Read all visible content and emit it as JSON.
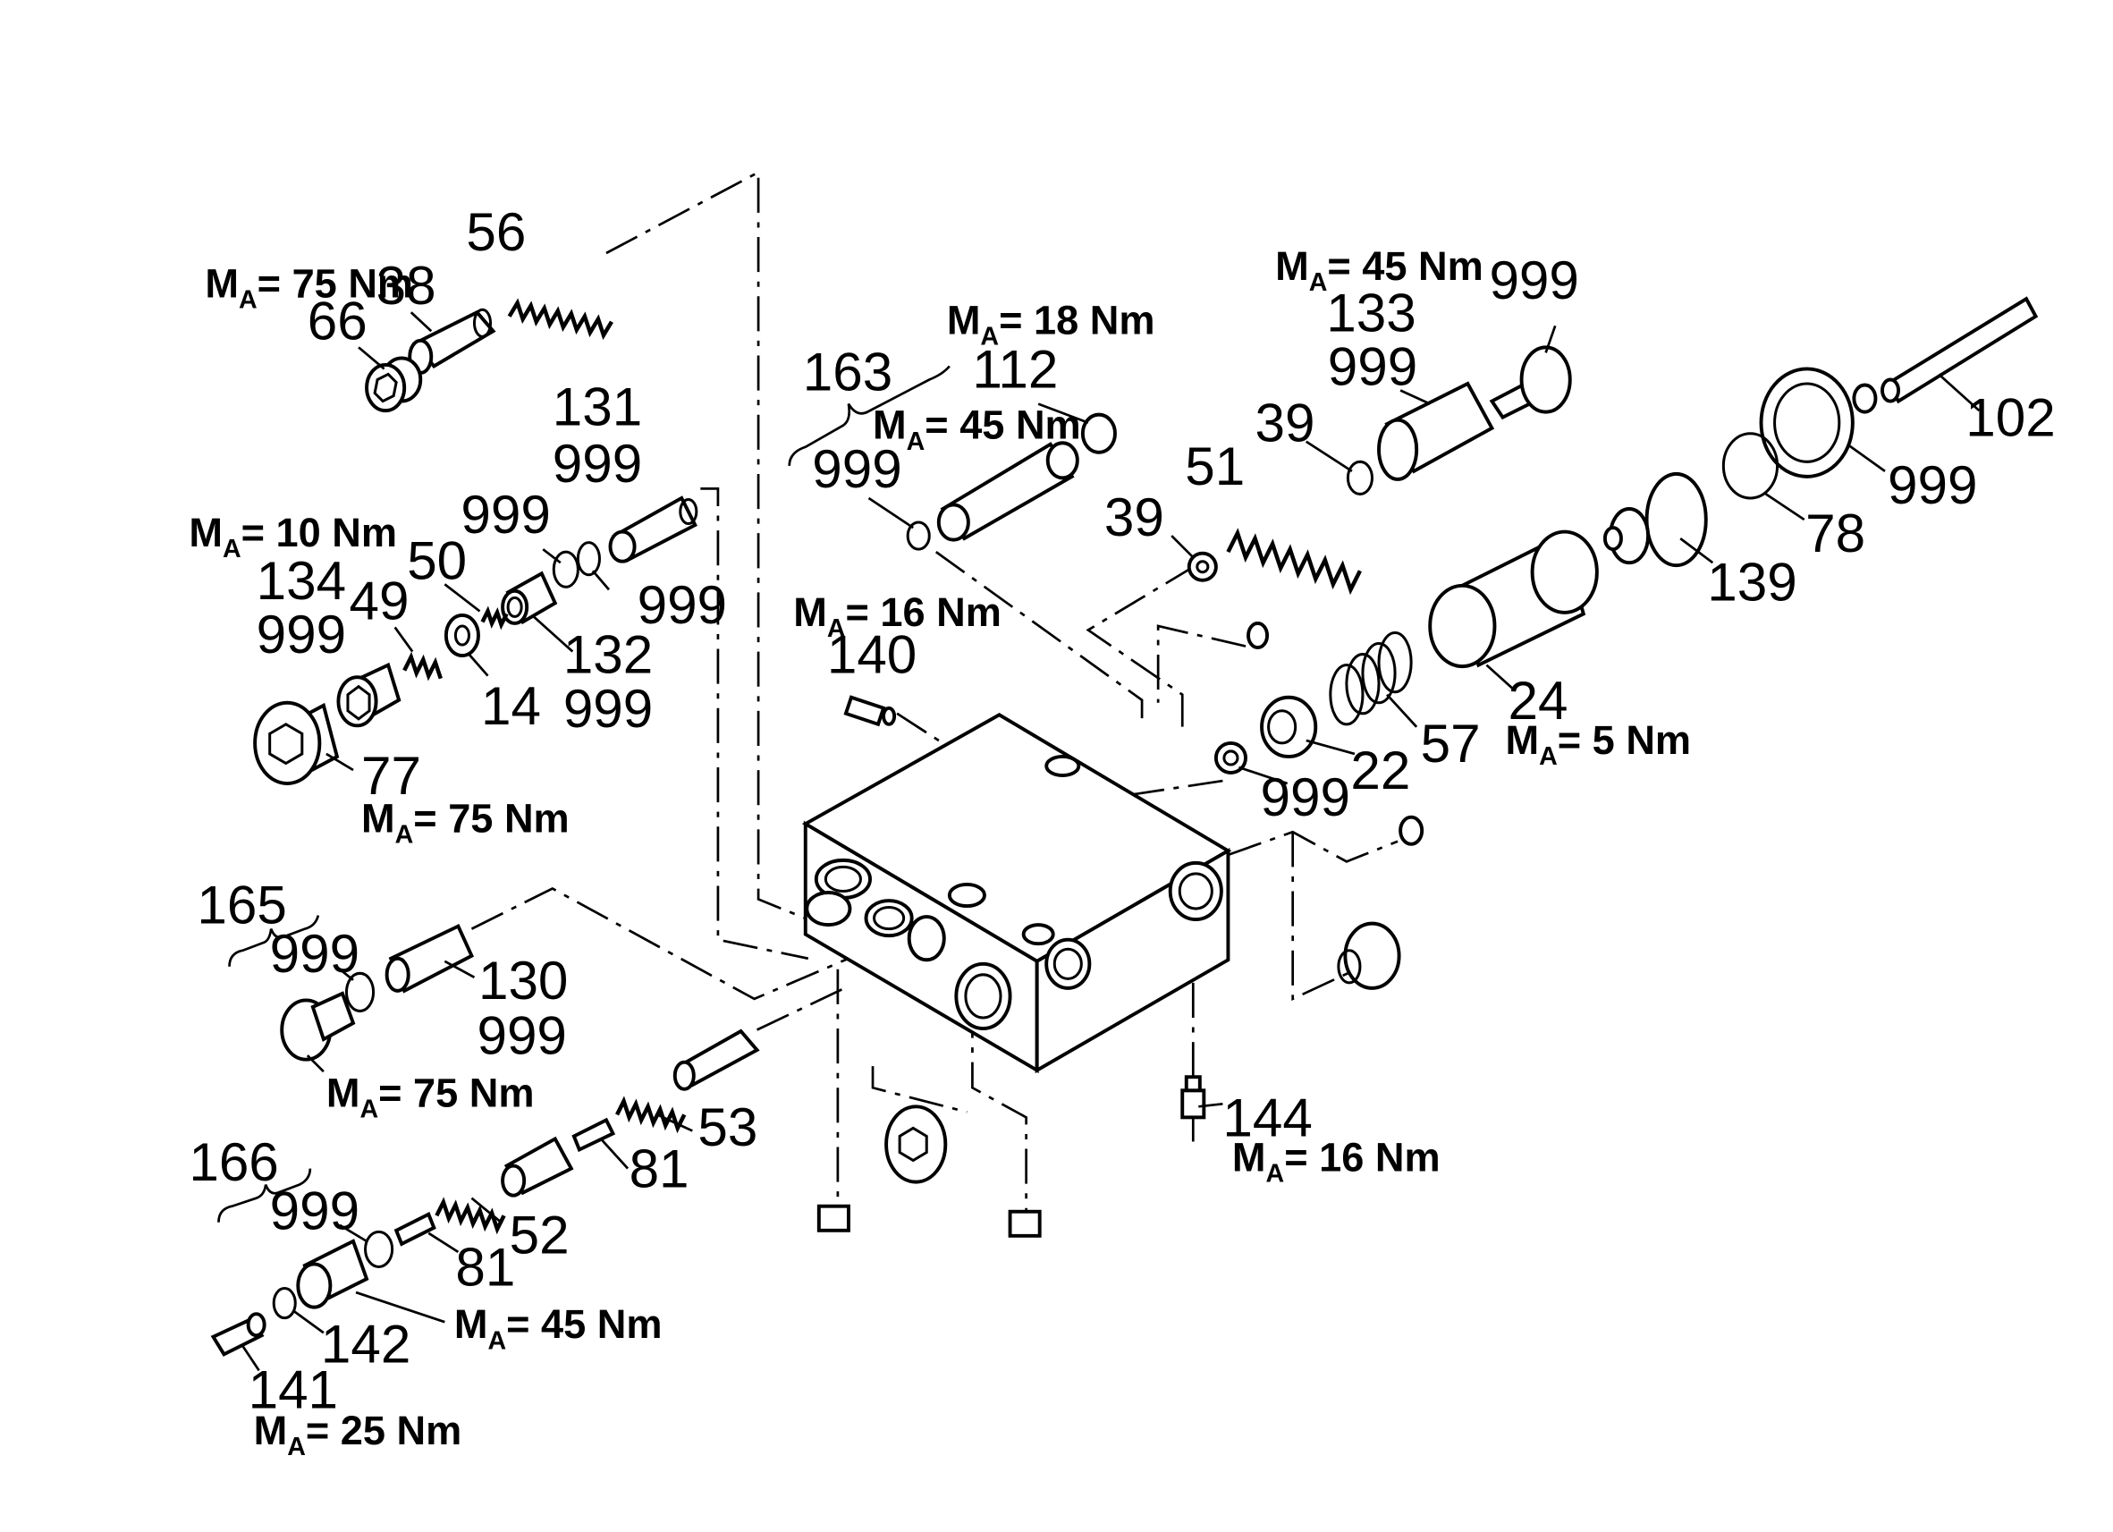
{
  "labels": {
    "p56": "56",
    "p38": "38",
    "p66": "66",
    "p131": "131",
    "p999_131": "999",
    "p134": "134",
    "p999_134": "999",
    "p49": "49",
    "p50": "50",
    "p999_a": "999",
    "p999_b": "999",
    "p132": "132",
    "p999_132": "999",
    "p14": "14",
    "p77": "77",
    "p163": "163",
    "p112": "112",
    "p999_163": "999",
    "p133": "133",
    "p999_133": "999",
    "p999_top": "999",
    "p39a": "39",
    "p51": "51",
    "p39b": "39",
    "p102": "102",
    "p999_102": "999",
    "p78": "78",
    "p139": "139",
    "p24": "24",
    "p57": "57",
    "p22": "22",
    "p999_22": "999",
    "p140": "140",
    "p165": "165",
    "p999_165": "999",
    "p130": "130",
    "p999_130": "999",
    "p53": "53",
    "p81a": "81",
    "p166": "166",
    "p999_166": "999",
    "p52": "52",
    "p81b": "81",
    "p142": "142",
    "p141": "141",
    "p144": "144"
  },
  "torques": {
    "t38": "= 75 Nm",
    "t134": "= 10 Nm",
    "t77": "= 75 Nm",
    "t112": "= 18 Nm",
    "t163": "= 45 Nm",
    "t133": "= 45 Nm",
    "t140": "= 16 Nm",
    "t24": "= 5 Nm",
    "t165": "= 75 Nm",
    "t144": "= 16 Nm",
    "t142": "= 45 Nm",
    "t141": "= 25 Nm"
  },
  "torque_symbol": "M",
  "torque_subscript": "A"
}
